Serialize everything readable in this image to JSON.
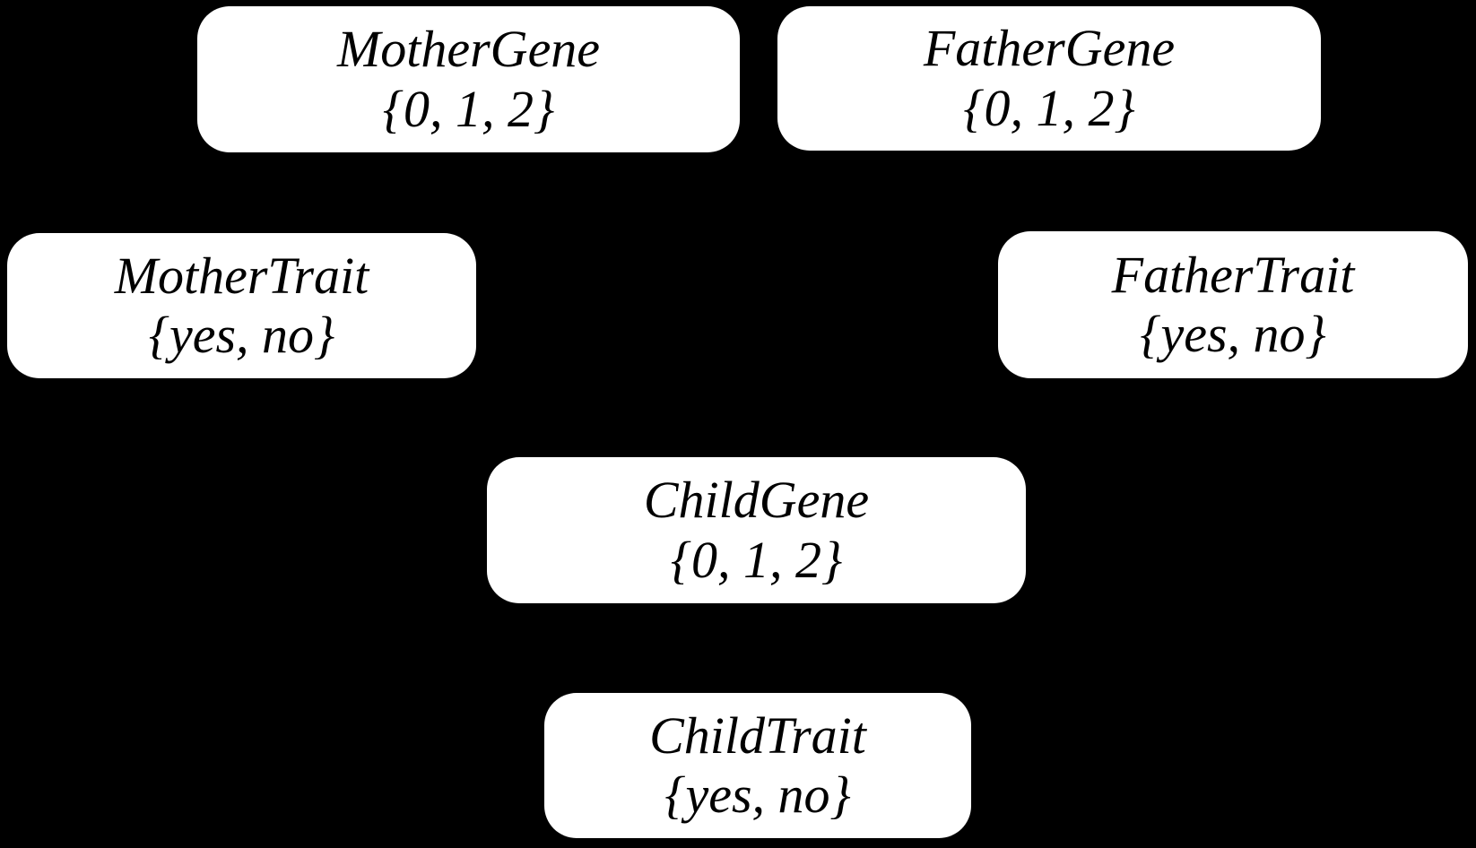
{
  "diagram": {
    "type": "bayesian-network-node-diagram",
    "colors": {
      "background": "#000000",
      "node_fill": "#ffffff",
      "node_text": "#000000"
    },
    "nodes": [
      {
        "label": "MotherGene",
        "domain": "{0, 1, 2}"
      },
      {
        "label": "FatherGene",
        "domain": "{0, 1, 2}"
      },
      {
        "label": "MotherTrait",
        "domain": "{yes, no}"
      },
      {
        "label": "FatherTrait",
        "domain": "{yes, no}"
      },
      {
        "label": "ChildGene",
        "domain": "{0, 1, 2}"
      },
      {
        "label": "ChildTrait",
        "domain": "{yes, no}"
      }
    ]
  }
}
